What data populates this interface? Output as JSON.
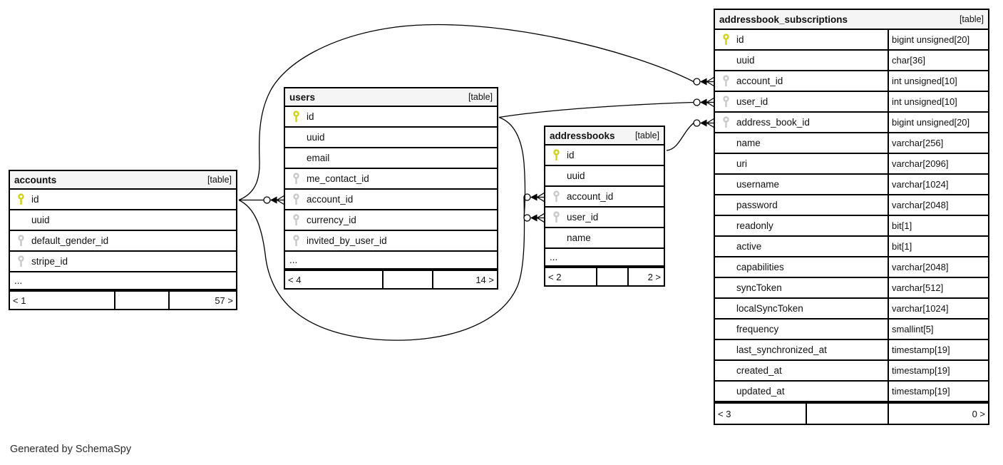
{
  "app": {
    "generated_by": "Generated by SchemaSpy"
  },
  "colors": {
    "background": "#ffffff",
    "table_header_bg": "#f5f5f5",
    "border": "#000000",
    "edge_line": "#000000",
    "pk_key": "#d1d117",
    "fk_key": "#c9c9c9",
    "text": "#111111"
  },
  "tables": [
    {
      "name": "accounts",
      "badge": "[table]",
      "columns": [
        {
          "name": "id",
          "key": "pk",
          "type": ""
        },
        {
          "name": "uuid",
          "key": null,
          "type": ""
        },
        {
          "name": "default_gender_id",
          "key": "fk",
          "type": ""
        },
        {
          "name": "stripe_id",
          "key": "fk",
          "type": ""
        },
        {
          "name": "...",
          "key": "ellipsis",
          "type": ""
        }
      ],
      "footer": {
        "left": "< 1",
        "mid": "",
        "right": "57 >"
      }
    },
    {
      "name": "users",
      "badge": "[table]",
      "columns": [
        {
          "name": "id",
          "key": "pk",
          "type": ""
        },
        {
          "name": "uuid",
          "key": null,
          "type": ""
        },
        {
          "name": "email",
          "key": null,
          "type": ""
        },
        {
          "name": "me_contact_id",
          "key": "fk",
          "type": ""
        },
        {
          "name": "account_id",
          "key": "fk",
          "type": ""
        },
        {
          "name": "currency_id",
          "key": "fk",
          "type": ""
        },
        {
          "name": "invited_by_user_id",
          "key": "fk",
          "type": ""
        },
        {
          "name": "...",
          "key": "ellipsis",
          "type": ""
        }
      ],
      "footer": {
        "left": "< 4",
        "mid": "",
        "right": "14 >"
      }
    },
    {
      "name": "addressbooks",
      "badge": "[table]",
      "columns": [
        {
          "name": "id",
          "key": "pk",
          "type": ""
        },
        {
          "name": "uuid",
          "key": null,
          "type": ""
        },
        {
          "name": "account_id",
          "key": "fk",
          "type": ""
        },
        {
          "name": "user_id",
          "key": "fk",
          "type": ""
        },
        {
          "name": "name",
          "key": null,
          "type": ""
        },
        {
          "name": "...",
          "key": "ellipsis",
          "type": ""
        }
      ],
      "footer": {
        "left": "< 2",
        "mid": "",
        "right": "2 >"
      }
    },
    {
      "name": "addressbook_subscriptions",
      "badge": "[table]",
      "columns": [
        {
          "name": "id",
          "key": "pk",
          "type": "bigint unsigned[20]"
        },
        {
          "name": "uuid",
          "key": null,
          "type": "char[36]"
        },
        {
          "name": "account_id",
          "key": "fk",
          "type": "int unsigned[10]"
        },
        {
          "name": "user_id",
          "key": "fk",
          "type": "int unsigned[10]"
        },
        {
          "name": "address_book_id",
          "key": "fk",
          "type": "bigint unsigned[20]"
        },
        {
          "name": "name",
          "key": null,
          "type": "varchar[256]"
        },
        {
          "name": "uri",
          "key": null,
          "type": "varchar[2096]"
        },
        {
          "name": "username",
          "key": null,
          "type": "varchar[1024]"
        },
        {
          "name": "password",
          "key": null,
          "type": "varchar[2048]"
        },
        {
          "name": "readonly",
          "key": null,
          "type": "bit[1]"
        },
        {
          "name": "active",
          "key": null,
          "type": "bit[1]"
        },
        {
          "name": "capabilities",
          "key": null,
          "type": "varchar[2048]"
        },
        {
          "name": "syncToken",
          "key": null,
          "type": "varchar[512]"
        },
        {
          "name": "localSyncToken",
          "key": null,
          "type": "varchar[1024]"
        },
        {
          "name": "frequency",
          "key": null,
          "type": "smallint[5]"
        },
        {
          "name": "last_synchronized_at",
          "key": null,
          "type": "timestamp[19]"
        },
        {
          "name": "created_at",
          "key": null,
          "type": "timestamp[19]"
        },
        {
          "name": "updated_at",
          "key": null,
          "type": "timestamp[19]"
        }
      ],
      "footer": {
        "left": "< 3",
        "mid": "",
        "right": "0 >"
      }
    }
  ],
  "edges": [
    {
      "from": "accounts.id",
      "to": "users.account_id"
    },
    {
      "from": "accounts.id",
      "to": "addressbook_subscriptions.account_id"
    },
    {
      "from": "accounts.id",
      "to": "addressbooks.account_id"
    },
    {
      "from": "users.id",
      "to": "addressbooks.user_id"
    },
    {
      "from": "users.id",
      "to": "addressbook_subscriptions.user_id"
    },
    {
      "from": "addressbooks.id",
      "to": "addressbook_subscriptions.address_book_id"
    }
  ]
}
